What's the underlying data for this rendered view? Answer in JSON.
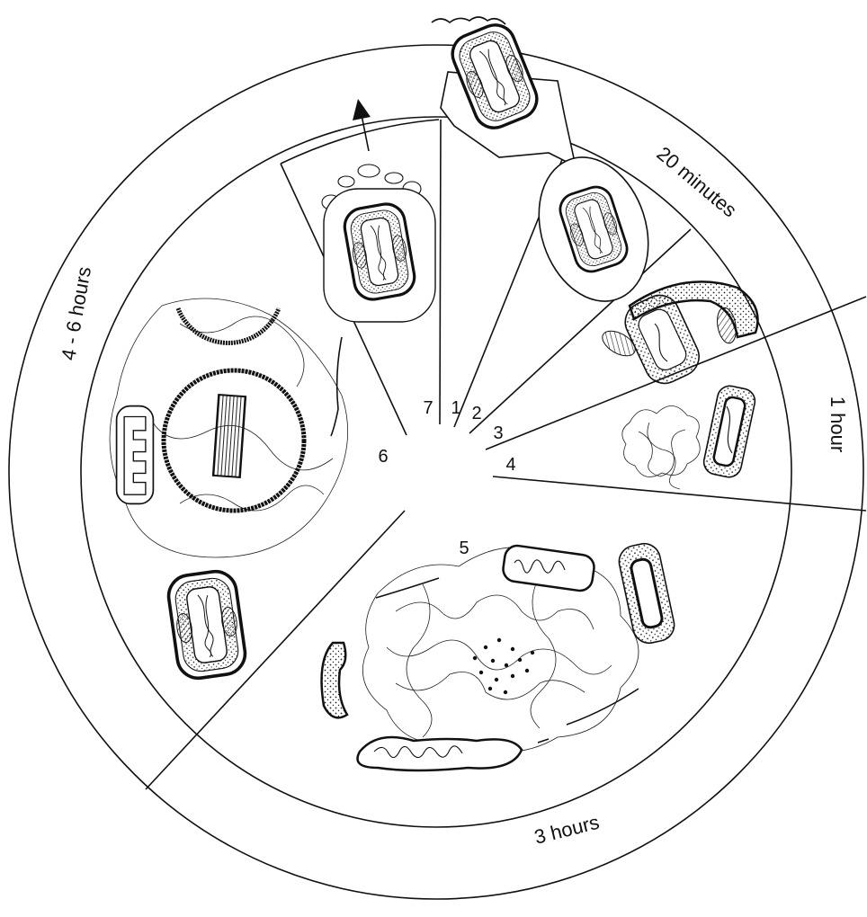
{
  "diagram": {
    "segment_numbers": [
      "1",
      "2",
      "3",
      "4",
      "5",
      "6",
      "7"
    ],
    "time_labels": {
      "t20min": "20 minutes",
      "t1h": "1 hour",
      "t3h": "3 hours",
      "t46h": "4 - 6 hours"
    }
  }
}
